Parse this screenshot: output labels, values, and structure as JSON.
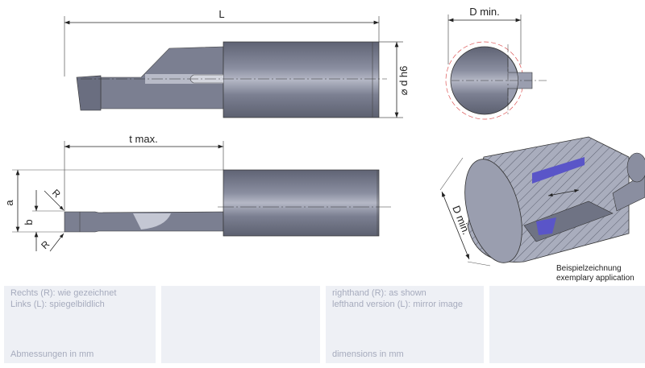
{
  "drawing": {
    "dim_L": "L",
    "dim_d": "⌀ d h6",
    "dim_D_min_top": "D min.",
    "dim_t_max": "t max.",
    "dim_a": "a",
    "dim_b": "b",
    "dim_R_top": "R",
    "dim_R_bottom": "R",
    "dim_D_min_iso": "D min.",
    "caption_de": "Beispielzeichnung",
    "caption_en": "exemplary application"
  },
  "panels": [
    {
      "line1": "Rechts (R): wie gezeichnet",
      "line2": "Links (L): spiegelbildlich",
      "footer": "Abmessungen in mm"
    },
    {},
    {
      "line1": "righthand (R): as shown",
      "line2": "lefthand version (L): mirror image",
      "footer": "dimensions in mm"
    },
    {}
  ],
  "colors": {
    "tool": "#6f7384",
    "tool_light": "#9ea2b3",
    "accent": "#5a55c8",
    "panel_bg": "#eef0f5",
    "panel_text": "#a6abbd"
  }
}
